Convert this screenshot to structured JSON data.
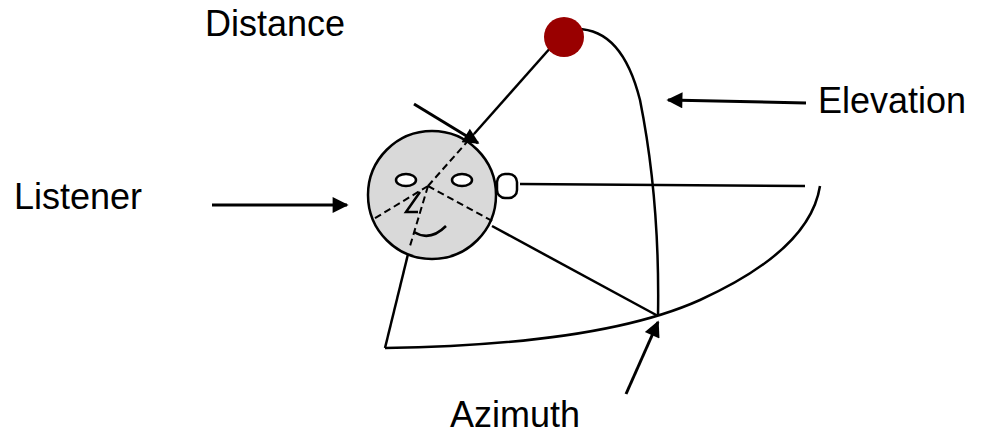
{
  "diagram": {
    "labels": [
      "Distance",
      "Elevation",
      "Listener",
      "Azimuth"
    ]
  }
}
